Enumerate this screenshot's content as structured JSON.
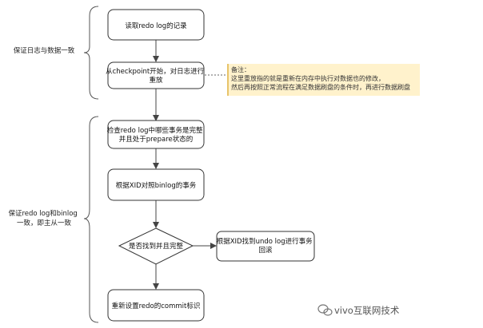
{
  "left_groups": [
    {
      "id": "g1",
      "lines": [
        "保证日志与数据一致"
      ]
    },
    {
      "id": "g2",
      "lines": [
        "保证redo log和binlog",
        "一致，即主从一致"
      ]
    }
  ],
  "nodes": [
    {
      "id": "n1",
      "shape": "box",
      "lines": [
        "读取redo log的记录"
      ]
    },
    {
      "id": "n2",
      "shape": "box",
      "lines": [
        "从checkpoint开始，对日志进行",
        "重放"
      ]
    },
    {
      "id": "n3",
      "shape": "box",
      "lines": [
        "检查redo log中哪些事务是完整",
        "并且处于prepare状态的"
      ]
    },
    {
      "id": "n4",
      "shape": "box",
      "lines": [
        "根据XID对照binlog的事务"
      ]
    },
    {
      "id": "n5",
      "shape": "diamond",
      "lines": [
        "是否找到并且完整"
      ]
    },
    {
      "id": "n6",
      "shape": "box",
      "lines": [
        "根据XID找到undo log进行事务",
        "回滚"
      ]
    },
    {
      "id": "n7",
      "shape": "box",
      "lines": [
        "重新设置redo的commit标识"
      ]
    }
  ],
  "note": {
    "lines": [
      "备注：",
      "这里重放指的就是重新在内存中执行对数据也的修改，",
      "然后再按照正常流程在满足数据刷盘的条件时，再进行数据刷盘"
    ]
  },
  "watermark": {
    "text": "vivo互联网技术"
  },
  "colors": {
    "box_fill": "#ffffff",
    "box_stroke": "#333333",
    "note_fill": "#fff2cc",
    "note_bar": "#e8c46a",
    "line": "#444444",
    "watermark": "#666666"
  }
}
